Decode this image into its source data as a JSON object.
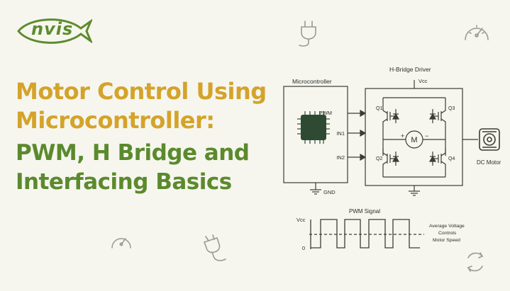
{
  "brand": {
    "logo_text": "nvis"
  },
  "title": {
    "line1": "Motor Control Using",
    "line2": "Microcontroller:",
    "line3": "PWM, H Bridge and",
    "line4": "Interfacing Basics"
  },
  "diagram": {
    "mcu_label": "Microcontroller",
    "pins": [
      "PWM",
      "IN1",
      "IN2"
    ],
    "gnd_label": "GND",
    "hbridge_label": "H-Bridge Driver",
    "vcc_label": "Vcc",
    "transistors": [
      "Q1",
      "Q3",
      "Q2",
      "Q4"
    ],
    "motor_symbol": "M",
    "plus": "+",
    "minus": "−",
    "dc_motor_label": "DC Motor",
    "pwm_title": "PWM Signal",
    "pwm_vcc": "Vcc",
    "pwm_zero": "0",
    "avg_line1": "Average Voltage",
    "avg_line2": "Controls",
    "avg_line3": "Motor Speed"
  },
  "colors": {
    "title_gold": "#d4a32a",
    "title_green": "#5b8a2d",
    "line": "#3c3c36",
    "chip": "#2f4a32",
    "logo_green": "#5e8b2e"
  },
  "icons": [
    "fish-logo-icon",
    "plug-icon",
    "gauge-icon",
    "refresh-icon"
  ]
}
